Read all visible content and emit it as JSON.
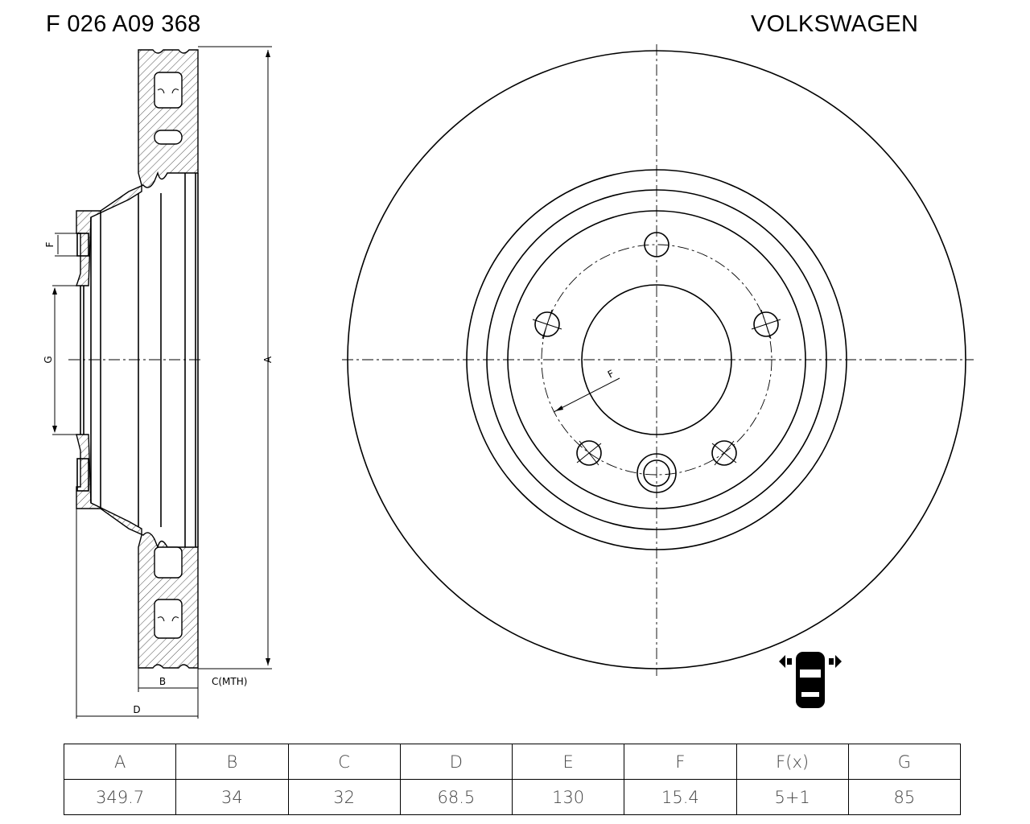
{
  "header": {
    "part_number": "F 026 A09 368",
    "brand": "VOLKSWAGEN"
  },
  "drawing_labels": {
    "A": "A",
    "B": "B",
    "C": "C(MTH)",
    "D": "D",
    "F": "F",
    "G": "G",
    "F_front": "F"
  },
  "table": {
    "headers": [
      "A",
      "B",
      "C",
      "D",
      "E",
      "F",
      "F(x)",
      "G"
    ],
    "values": [
      "349.7",
      "34",
      "32",
      "68.5",
      "130",
      "15.4",
      "5+1",
      "85"
    ]
  },
  "icons": {
    "position_icon": "car-front-axle-icon"
  }
}
